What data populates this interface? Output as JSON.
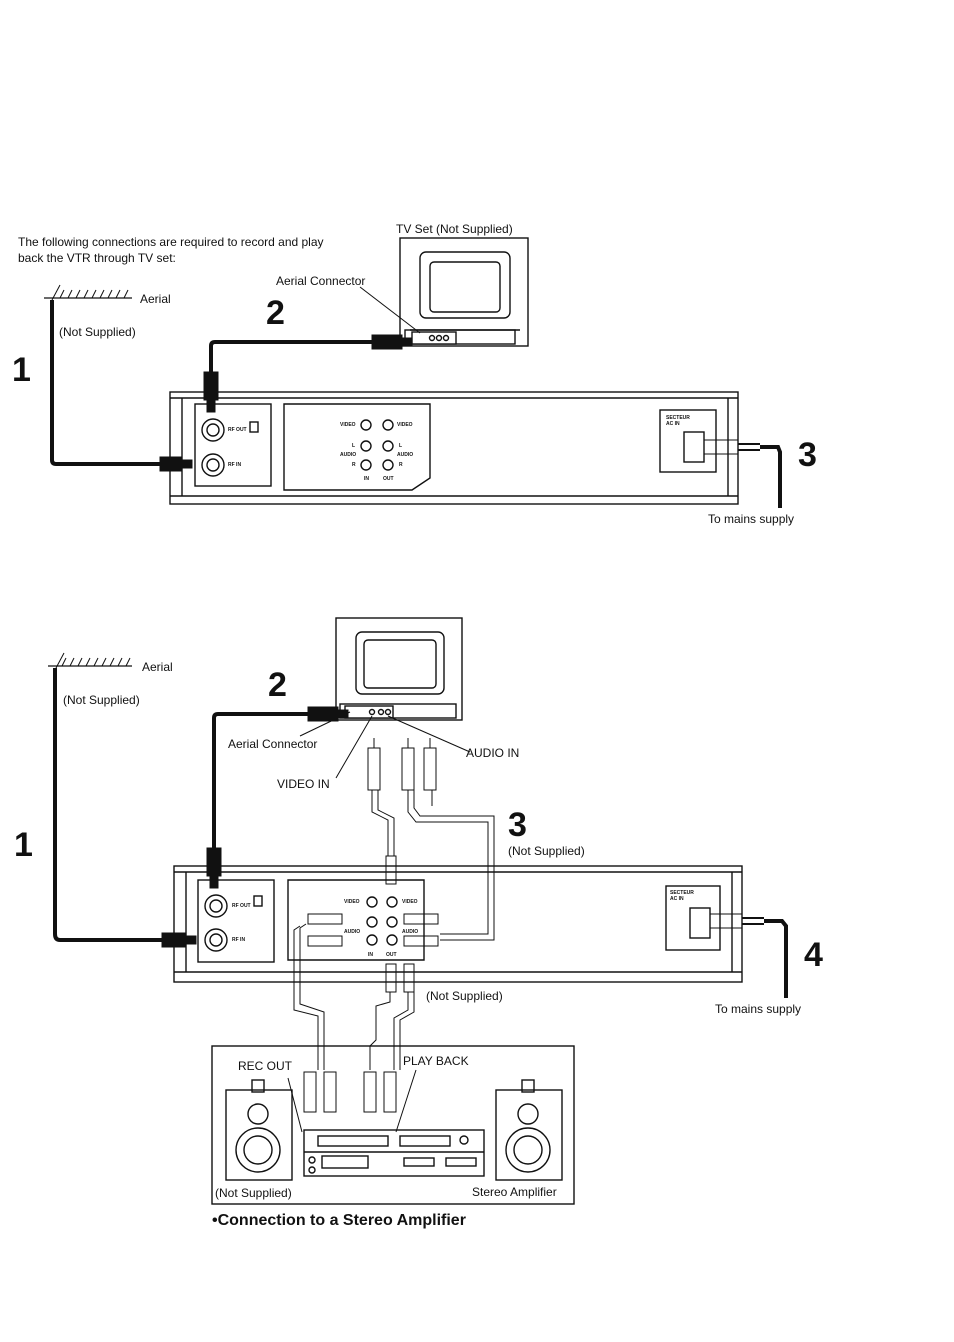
{
  "diagram1": {
    "intro_line1": "The following connections are required to record and play",
    "intro_line2": "back the VTR through TV set:",
    "tv_label": "TV Set (Not Supplied)",
    "aerial_connector": "Aerial Connector",
    "aerial": "Aerial",
    "not_supplied": "(Not Supplied)",
    "step1": "1",
    "step2": "2",
    "step3": "3",
    "mains": "To mains supply",
    "panel": {
      "rf_out": "RF OUT",
      "rf_in": "RF IN",
      "video": "VIDEO",
      "audio": "AUDIO",
      "l": "L",
      "r": "R",
      "in": "IN",
      "out": "OUT",
      "secteur": "SECTEUR",
      "ac_in": "AC IN"
    }
  },
  "diagram2": {
    "aerial": "Aerial",
    "not_supplied": "(Not Supplied)",
    "step1": "1",
    "step2": "2",
    "step3": "3",
    "step4": "4",
    "aerial_connector": "Aerial Connector",
    "video_in": "VIDEO IN",
    "audio_in": "AUDIO IN",
    "not_supplied_3": "(Not Supplied)",
    "not_supplied_cable": "(Not Supplied)",
    "mains": "To mains supply",
    "rec_out": "REC OUT",
    "play_back": "PLAY BACK",
    "amp_not_supplied": "(Not Supplied)",
    "stereo_amp": "Stereo Amplifier",
    "panel": {
      "rf_out": "RF OUT",
      "rf_in": "RF IN",
      "video": "VIDEO",
      "audio": "AUDIO",
      "in": "IN",
      "out": "OUT",
      "secteur": "SECTEUR",
      "ac_in": "AC IN"
    }
  },
  "caption": "•Connection to a Stereo Amplifier"
}
